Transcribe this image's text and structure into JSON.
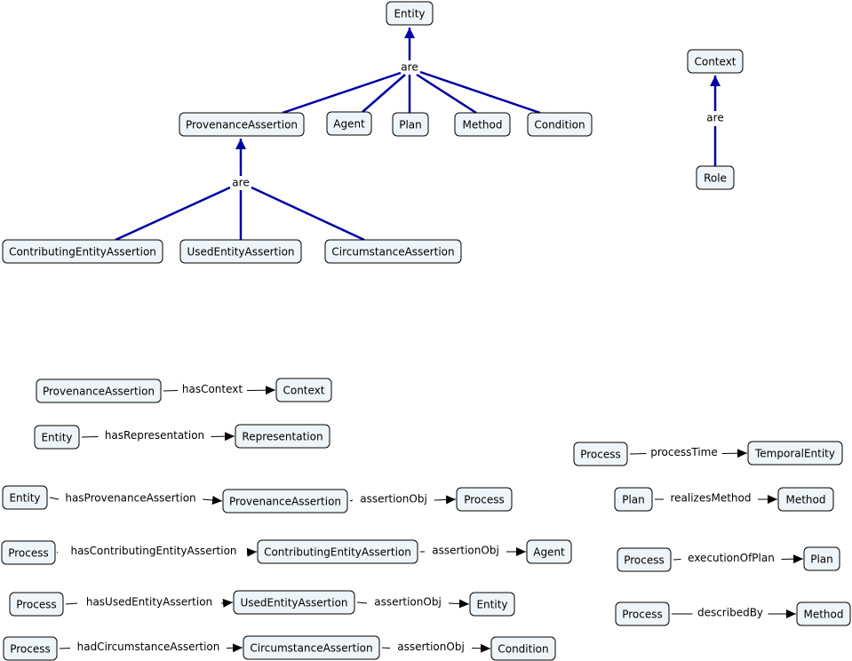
{
  "colors": {
    "hierarchy_edge": "#0000a0",
    "link_edge": "#000000",
    "node_fill": "#eef4f7"
  },
  "nodes": {
    "entity_top": "Entity",
    "prov_top": "ProvenanceAssertion",
    "agent_top": "Agent",
    "plan_top": "Plan",
    "method_top": "Method",
    "condition_top": "Condition",
    "contrib_top": "ContributingEntityAssertion",
    "used_top": "UsedEntityAssertion",
    "circ_top": "CircumstanceAssertion",
    "context_top": "Context",
    "role_top": "Role",
    "r1_a": "ProvenanceAssertion",
    "r1_b": "Context",
    "r2_a": "Entity",
    "r2_b": "Representation",
    "r3_a": "Entity",
    "r3_b": "ProvenanceAssertion",
    "r3_c": "Process",
    "r4_a": "Process",
    "r4_b": "ContributingEntityAssertion",
    "r4_c": "Agent",
    "r5_a": "Process",
    "r5_b": "UsedEntityAssertion",
    "r5_c": "Entity",
    "r6_a": "Process",
    "r6_b": "CircumstanceAssertion",
    "r6_c": "Condition",
    "s1_a": "Process",
    "s1_b": "TemporalEntity",
    "s2_a": "Plan",
    "s2_b": "Method",
    "s3_a": "Process",
    "s3_b": "Plan",
    "s4_a": "Process",
    "s4_b": "Method"
  },
  "labels": {
    "are_entity": "are",
    "are_prov": "are",
    "are_context": "are",
    "r1": "hasContext",
    "r2": "hasRepresentation",
    "r3_1": "hasProvenanceAssertion",
    "r3_2": "assertionObj",
    "r4_1": "hasContributingEntityAssertion",
    "r4_2": "assertionObj",
    "r5_1": "hasUsedEntityAssertion",
    "r5_2": "assertionObj",
    "r6_1": "hadCircumstanceAssertion",
    "r6_2": "assertionObj",
    "s1": "processTime",
    "s2": "realizesMethod",
    "s3": "executionOfPlan",
    "s4": "describedBy"
  }
}
